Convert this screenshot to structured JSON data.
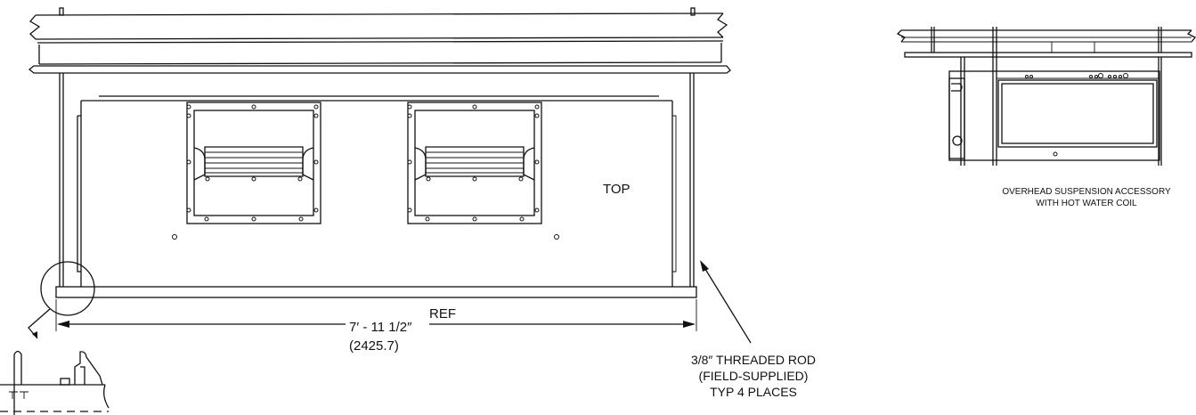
{
  "labels": {
    "top": "TOP",
    "dimension": "7′ - 11 1/2″",
    "dimension_metric": "(2425.7)",
    "ref": "REF",
    "rod_line1": "3/8″ THREADED ROD",
    "rod_line2": "(FIELD-SUPPLIED)",
    "rod_line3": "TYP 4 PLACES",
    "accessory_line1": "OVERHEAD SUSPENSION ACCESSORY",
    "accessory_line2": "WITH HOT WATER COIL"
  }
}
